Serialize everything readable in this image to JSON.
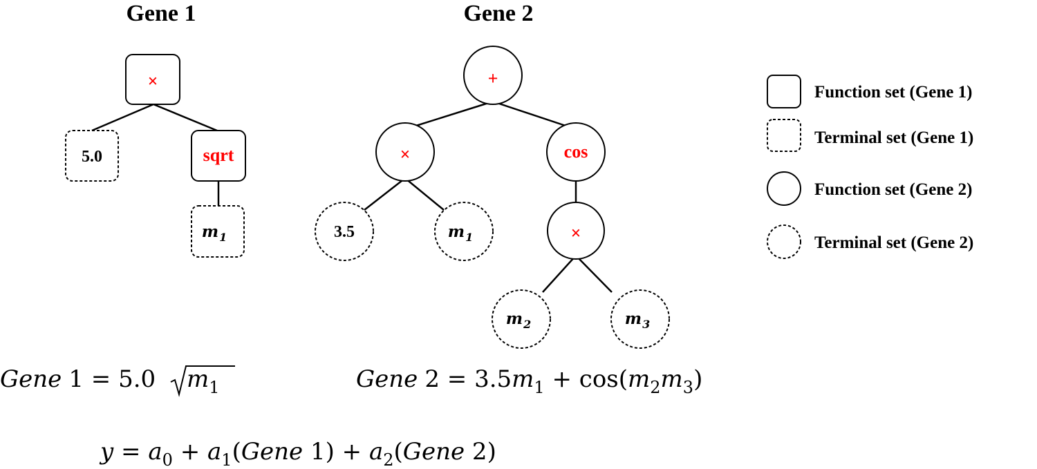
{
  "gene1": {
    "title": "Gene 1",
    "nodes": {
      "root": "×",
      "const": "5.0",
      "sqrt": "sqrt",
      "m1": {
        "base": "m",
        "sub": "1"
      }
    }
  },
  "gene2": {
    "title": "Gene 2",
    "nodes": {
      "root": "+",
      "times_left": "×",
      "cos": "cos",
      "const": "3.5",
      "m1": {
        "base": "m",
        "sub": "1"
      },
      "times_right": "×",
      "m2": {
        "base": "m",
        "sub": "2"
      },
      "m3": {
        "base": "m",
        "sub": "3"
      }
    }
  },
  "legend": [
    {
      "shape": "rounded-square",
      "style": "solid",
      "label": "Function set (Gene 1)"
    },
    {
      "shape": "rounded-square",
      "style": "dashed",
      "label": "Terminal set (Gene 1)"
    },
    {
      "shape": "circle",
      "style": "solid",
      "label": "Function set (Gene 2)"
    },
    {
      "shape": "circle",
      "style": "dashed",
      "label": "Terminal set (Gene 2)"
    }
  ],
  "equations": {
    "gene1": {
      "lhs_name": "Gene",
      "lhs_num": "1",
      "eq": " = ",
      "coef": "5.0",
      "sqrt_base": "m",
      "sqrt_sub": "1"
    },
    "gene2": {
      "lhs_name": "Gene",
      "lhs_num": "2",
      "eq": " = ",
      "coef": "3.5",
      "t1_base": "m",
      "t1_sub": "1",
      "plus": " + ",
      "func": "cos",
      "open": "(",
      "a_base": "m",
      "a_sub": "2",
      "b_base": "m",
      "b_sub": "3",
      "close": ")"
    },
    "model": {
      "y": "y",
      "eq": " = ",
      "a0": "a",
      "a0_sub": "0",
      "plus1": " + ",
      "a1": "a",
      "a1_sub": "1",
      "g1_open": "(",
      "g1_name": "Gene",
      "g1_num": " 1",
      "g1_close": ")",
      "plus2": " + ",
      "a2": "a",
      "a2_sub": "2",
      "g2_open": "(",
      "g2_name": "Gene",
      "g2_num": " 2",
      "g2_close": ")"
    }
  },
  "colors": {
    "function_symbol": "#ff0000",
    "terminal_text": "#000000",
    "stroke": "#000000"
  }
}
